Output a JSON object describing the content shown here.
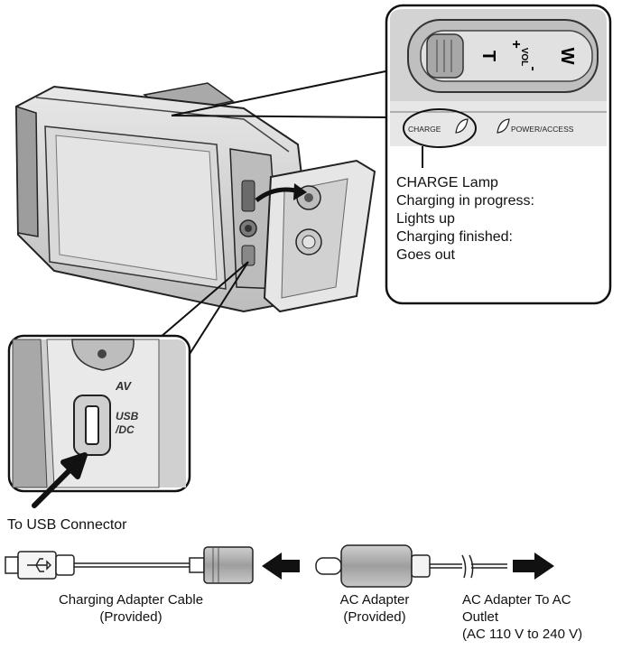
{
  "camera_panel": {
    "zoom_tele": "T",
    "zoom_wide": "W",
    "vol_plus": "+",
    "vol_label": "VOL",
    "vol_minus": "-",
    "charge_small": "CHARGE",
    "power_small": "POWER/ACCESS"
  },
  "charge_lamp": {
    "line1": "CHARGE Lamp",
    "line2": "Charging in progress:",
    "line3": "Lights up",
    "line4": "Charging finished:",
    "line5": "Goes out"
  },
  "usb_panel": {
    "av": "AV",
    "usb": "USB",
    "dc": "/DC"
  },
  "labels": {
    "to_usb": "To USB Connector",
    "cable_line1": "Charging Adapter Cable",
    "cable_line2": "(Provided)",
    "adapter_line1": "AC Adapter",
    "adapter_line2": "(Provided)",
    "outlet_line1": "AC Adapter To AC",
    "outlet_line2": "Outlet",
    "outlet_line3": "(AC 110 V to 240 V)"
  }
}
